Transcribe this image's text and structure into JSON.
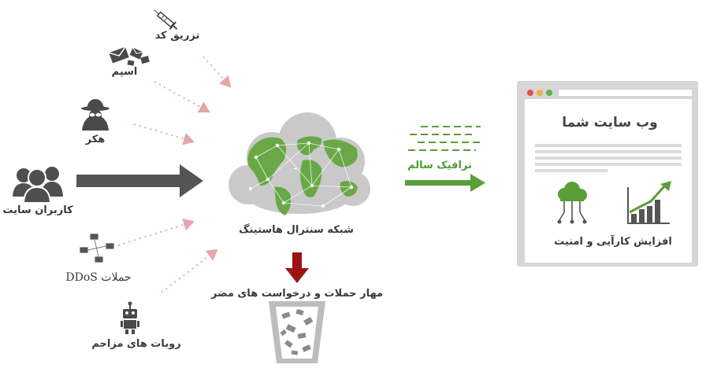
{
  "threats": {
    "code_injection": "تزریق کد",
    "spam": "اسپم",
    "hacker": "هکر",
    "site_users": "کاربران سایت",
    "ddos": "حملات DDoS",
    "bad_bots": "روبات های مزاحم"
  },
  "network": {
    "label": "شبکه سنترال هاستینگ"
  },
  "filter": {
    "label": "مهار حملات و درخواست های مضر"
  },
  "traffic": {
    "label": "ترافیک سالم"
  },
  "website": {
    "title": "وب سایت شما",
    "benefit": "افزایش کارآیی و امنیت"
  },
  "colors": {
    "arrow_gray": "#555555",
    "green": "#5a9e3a",
    "red": "#9b1414",
    "dotted_pink": "#e3a6aa",
    "cloud_gray": "#c9c9c9",
    "browser_frame": "#d6d6d6"
  },
  "icons": {
    "syringe": "syringe-icon",
    "spam": "spam-envelopes-icon",
    "hacker": "hacker-spy-icon",
    "users": "users-group-icon",
    "ddos": "ddos-computers-icon",
    "bot": "robot-icon",
    "cloud": "world-cloud-network-icon",
    "trash": "trash-bin-icon",
    "tree": "network-tree-icon",
    "growth": "growth-chart-icon"
  }
}
